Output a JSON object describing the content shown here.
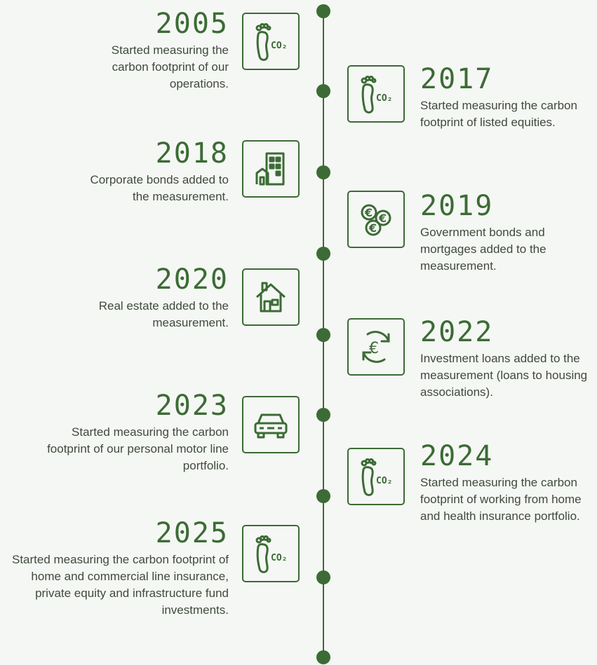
{
  "colors": {
    "accent": "#3c6b35",
    "background": "#f5f7f4",
    "text": "#3f4a3d"
  },
  "entries": [
    {
      "year": "2005",
      "description": "Started measuring the carbon footprint of our operations.",
      "icon": "footprint-co2-icon",
      "side": "left"
    },
    {
      "year": "2017",
      "description": "Started measuring the carbon footprint of listed equities.",
      "icon": "footprint-co2-icon",
      "side": "right"
    },
    {
      "year": "2018",
      "description": "Corporate bonds added to the measurement.",
      "icon": "building-icon",
      "side": "left"
    },
    {
      "year": "2019",
      "description": "Government bonds and mortgages added to the measurement.",
      "icon": "euro-coins-icon",
      "side": "right"
    },
    {
      "year": "2020",
      "description": "Real estate added to the measurement.",
      "icon": "house-icon",
      "side": "left"
    },
    {
      "year": "2022",
      "description": "Investment loans added to the measurement (loans to housing associations).",
      "icon": "euro-cycle-icon",
      "side": "right"
    },
    {
      "year": "2023",
      "description": "Started measuring the carbon footprint of our personal motor line portfolio.",
      "icon": "car-icon",
      "side": "left"
    },
    {
      "year": "2024",
      "description": "Started measuring the carbon footprint of working from home and health insurance portfolio.",
      "icon": "footprint-co2-icon",
      "side": "right"
    },
    {
      "year": "2025",
      "description": "Started measuring the carbon footprint of home and commercial line insurance, private equity and infrastructure fund investments.",
      "icon": "footprint-co2-icon",
      "side": "left"
    }
  ],
  "co2_label": "CO₂"
}
